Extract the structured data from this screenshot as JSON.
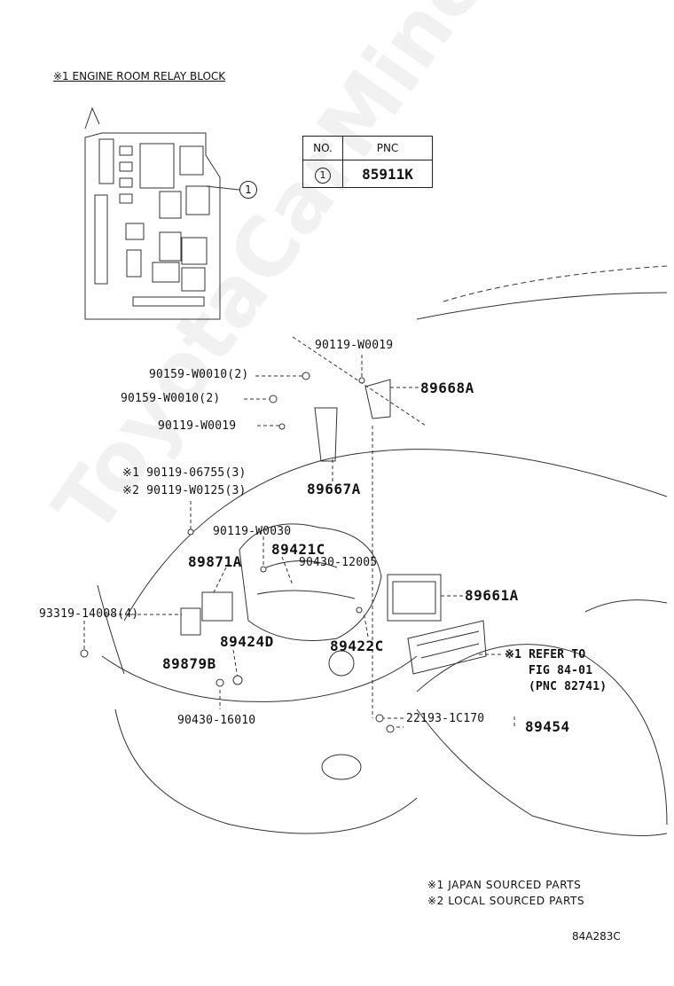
{
  "header": {
    "relay_block_title": "※1 ENGINE ROOM RELAY BLOCK"
  },
  "pnc_table": {
    "col_no": "NO.",
    "col_pnc": "PNC",
    "rows": [
      {
        "no": "1",
        "pnc": "85911K"
      }
    ]
  },
  "callouts": {
    "relay_block_ref": "1"
  },
  "parts": {
    "p_90119_w0019_top": "90119-W0019",
    "p_90159_w0010_a": "90159-W0010(2)",
    "p_89668a": "89668A",
    "p_90159_w0010_b": "90159-W0010(2)",
    "p_90119_w0019_mid": "90119-W0019",
    "p_90119_06755": "※1 90119-06755(3)",
    "p_89667a": "89667A",
    "p_90119_w0125": "※2 90119-W0125(3)",
    "p_90119_w0030": "90119-W0030",
    "p_89421c": "89421C",
    "p_89871a": "89871A",
    "p_90430_12005": "90430-12005",
    "p_89661a": "89661A",
    "p_93319_14008": "93319-14008(4)",
    "p_89424d": "89424D",
    "p_89422c": "89422C",
    "p_refer_to": "※1 REFER TO",
    "p_refer_fig": "FIG 84-01",
    "p_refer_pnc": "(PNC 82741)",
    "p_89879b": "89879B",
    "p_90430_16010": "90430-16010",
    "p_22193_1c170": "22193-1C170",
    "p_89454": "89454"
  },
  "notes": {
    "japan": "※1 JAPAN SOURCED PARTS",
    "local": "※2 LOCAL SOURCED PARTS"
  },
  "illustration_code": "84A283C",
  "watermark": "ToyotaCarMine.ru"
}
